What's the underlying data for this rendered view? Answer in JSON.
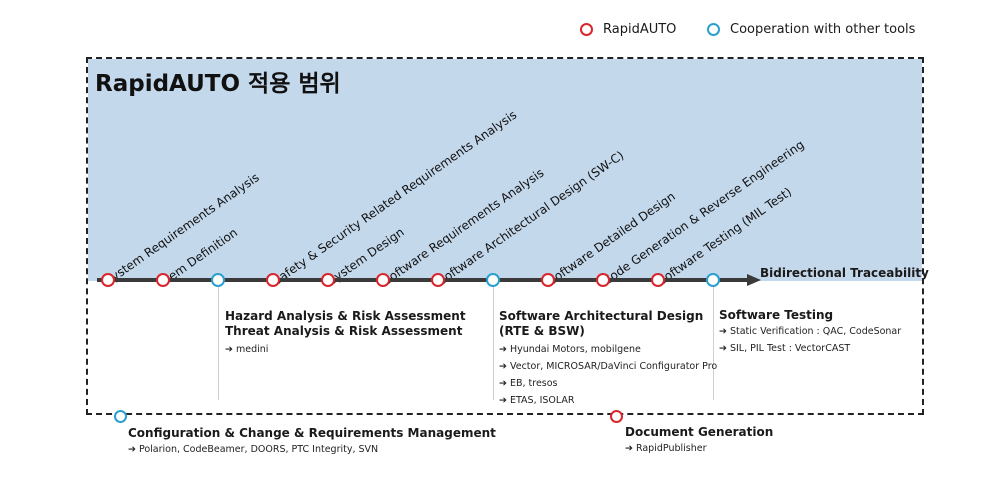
{
  "legend": [
    {
      "label": "RapidAUTO",
      "type": "red"
    },
    {
      "label": "Cooperation with other tools",
      "type": "blue"
    }
  ],
  "title": "RapidAUTO 적용 범위",
  "axis_label": "Bidirectional Traceability",
  "nodes": [
    {
      "label": "System Requirements Analysis",
      "type": "red"
    },
    {
      "label": "Item Definition",
      "type": "red"
    },
    {
      "label": "",
      "type": "blue"
    },
    {
      "label": "Safety & Security Related Requirements Analysis",
      "type": "red"
    },
    {
      "label": "System Design",
      "type": "red"
    },
    {
      "label": "Software Requirements Analysis",
      "type": "red"
    },
    {
      "label": "Software Architectural Design (SW-C)",
      "type": "red"
    },
    {
      "label": "",
      "type": "blue"
    },
    {
      "label": "Software Detailed Design",
      "type": "red"
    },
    {
      "label": "Code Generation & Reverse Engineering",
      "type": "red"
    },
    {
      "label": "Software Testing (MIL Test)",
      "type": "red"
    },
    {
      "label": "",
      "type": "blue"
    }
  ],
  "blocks": {
    "hazard": {
      "title_lines": [
        "Hazard Analysis & Risk Assessment",
        "Threat Analysis & Risk Assessment"
      ],
      "items": [
        "medini"
      ]
    },
    "arch": {
      "title_lines": [
        "Software Architectural Design",
        "(RTE & BSW)"
      ],
      "items": [
        "Hyundai Motors, mobilgene",
        "Vector, MICROSAR/DaVinci Configurator Pro",
        "EB, tresos",
        "ETAS, ISOLAR"
      ]
    },
    "testing": {
      "title_lines": [
        "Software Testing"
      ],
      "items": [
        "Static Verification : QAC, CodeSonar",
        "SIL, PIL Test : VectorCAST"
      ]
    },
    "config": {
      "title_lines": [
        "Configuration & Change & Requirements Management"
      ],
      "items": [
        "Polarion, CodeBeamer, DOORS, PTC Integrity, SVN"
      ]
    },
    "docgen": {
      "title_lines": [
        "Document Generation"
      ],
      "items": [
        "RapidPublisher"
      ]
    }
  }
}
